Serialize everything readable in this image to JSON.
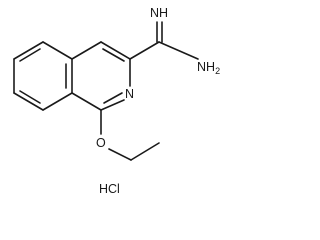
{
  "molecule": {
    "atoms": {
      "imine_nh": "NH",
      "amine_nh2": "NH",
      "amine_nh2_subscript": "2",
      "ring_nitrogen": "N",
      "ether_oxygen": "O"
    },
    "salt": "HCl"
  }
}
